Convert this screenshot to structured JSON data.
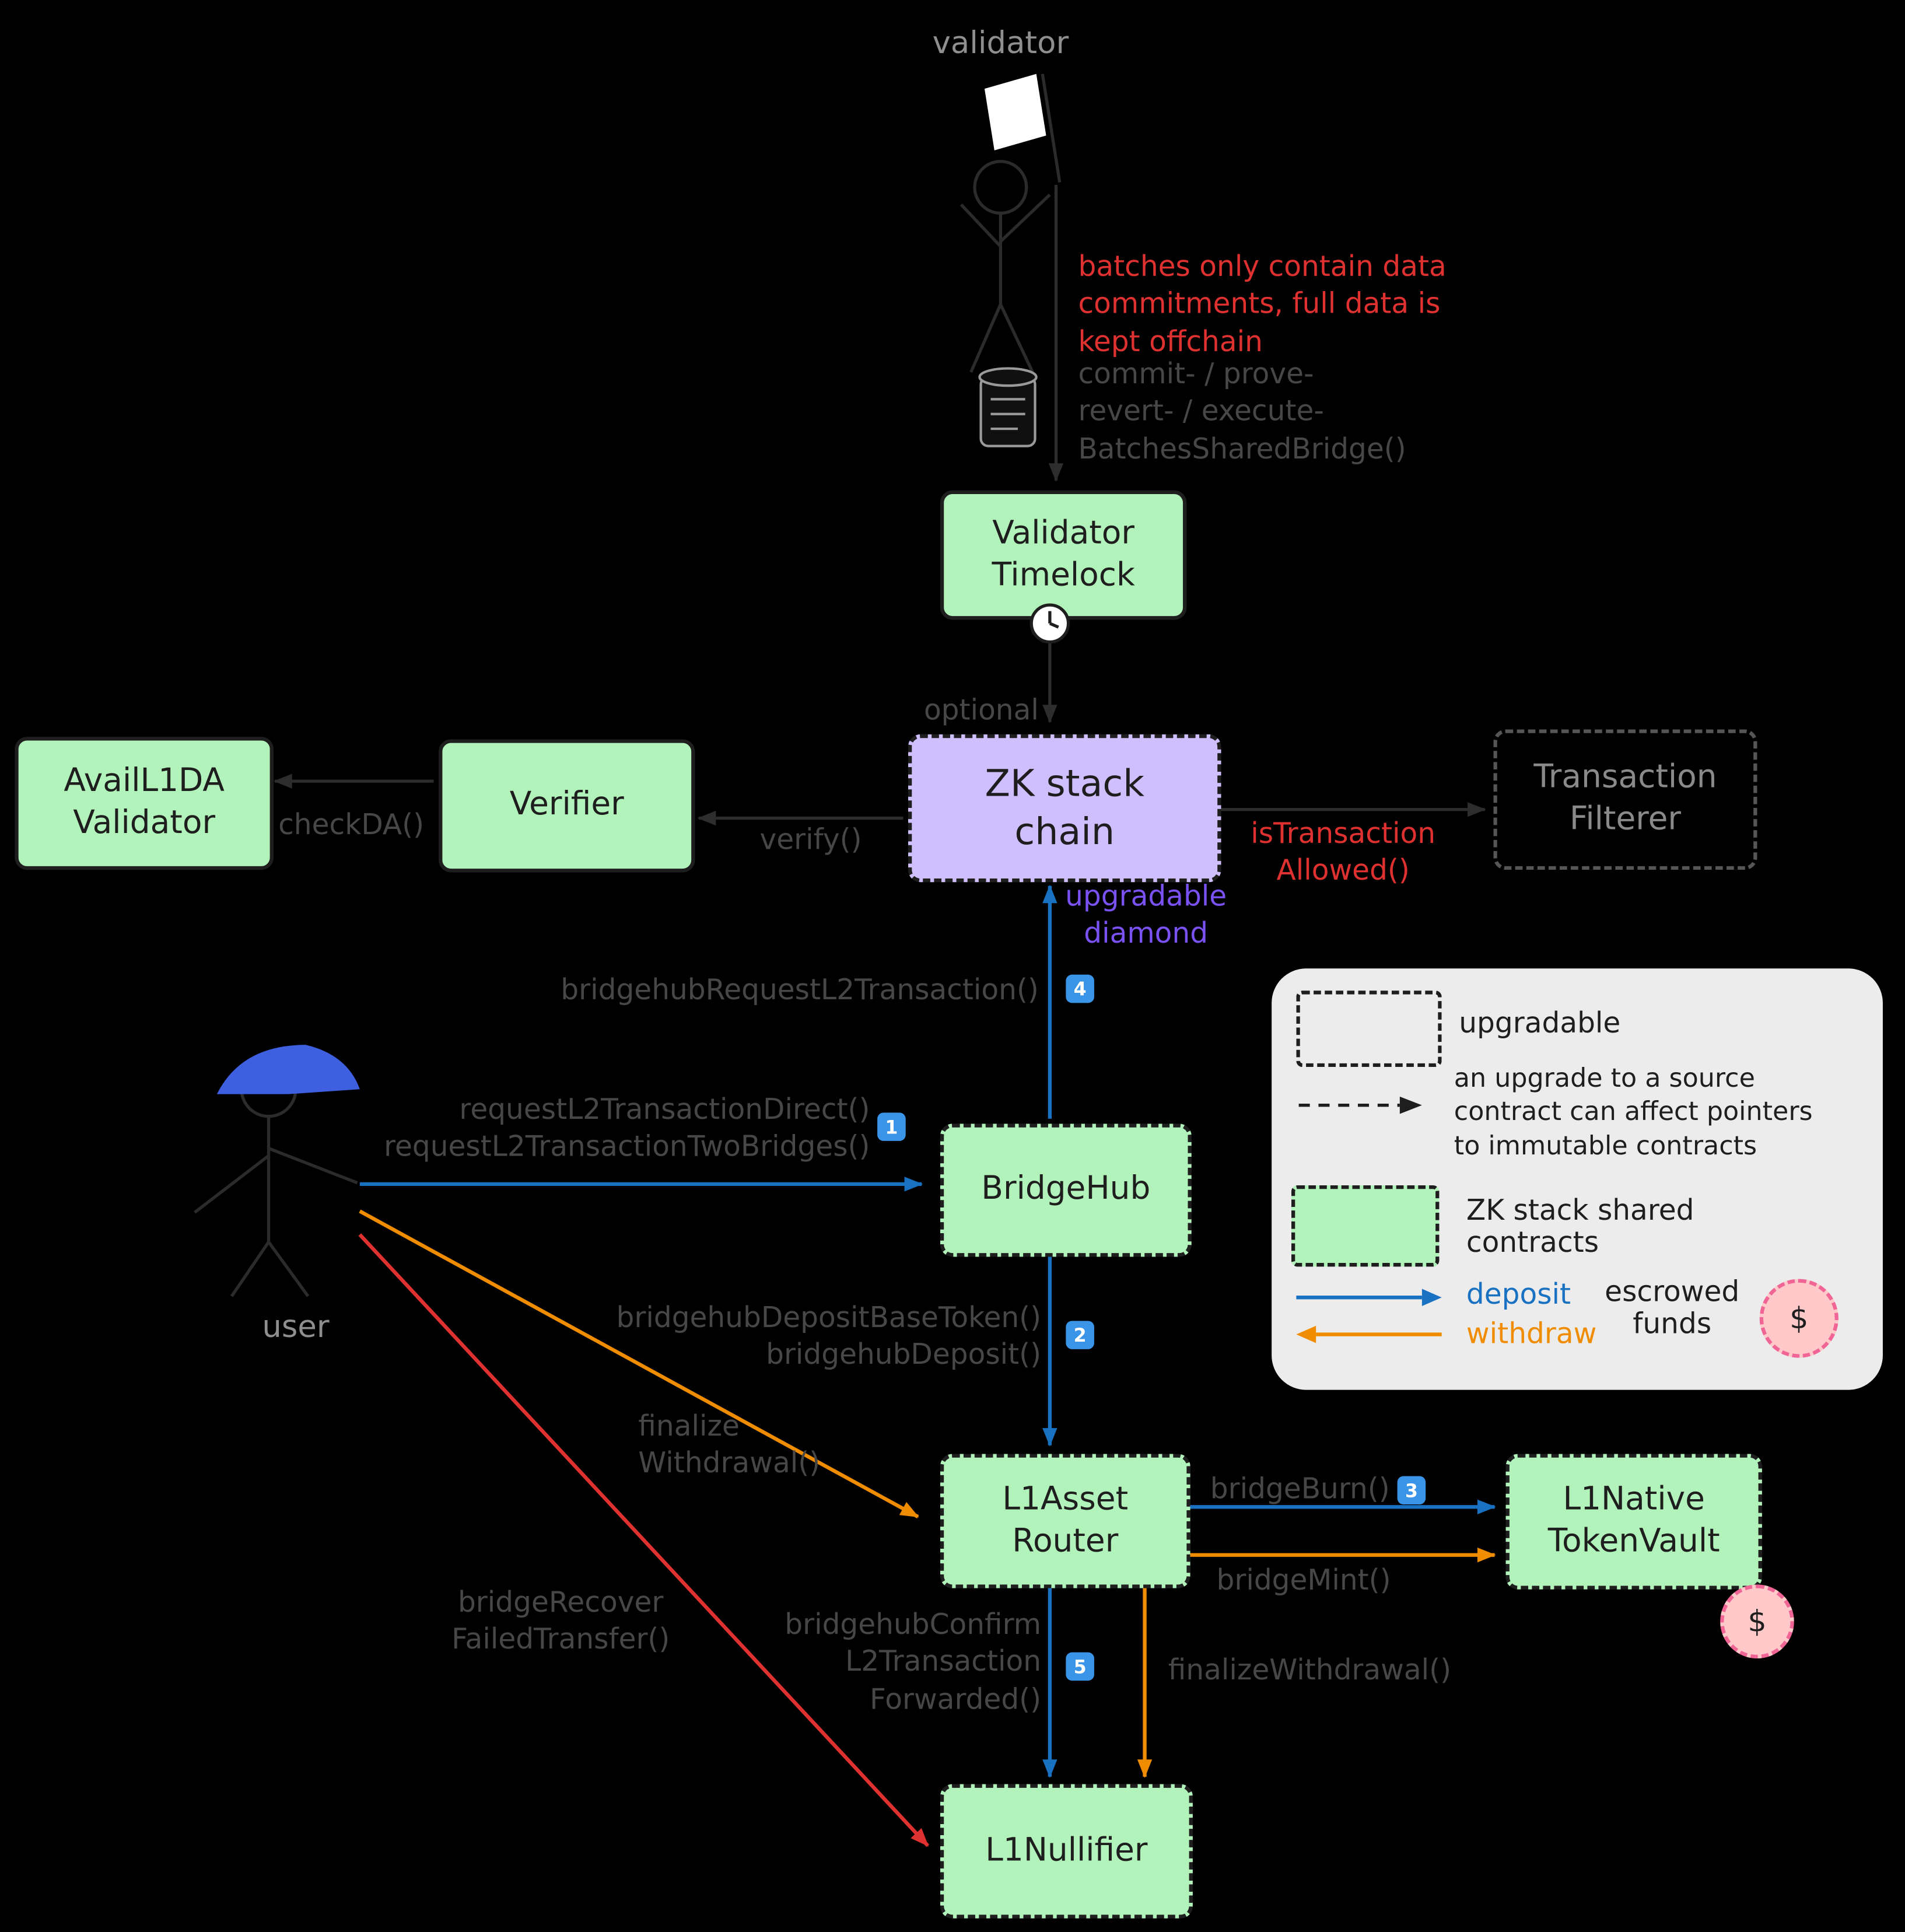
{
  "colors": {
    "green": "#b2f2bb",
    "purple": "#d0bfff",
    "blue": "#1971c2",
    "orange": "#f08c00",
    "red": "#e03131",
    "violet": "#7a52f4",
    "pink": "#ffc9c9",
    "pink-border": "#f06595",
    "badge": "#3a94e8",
    "ink": "#1e1e1e",
    "dim": "#474747",
    "gray-label": "#8f8f8f",
    "ghost-text": "#8a8a8a",
    "ghost-border": "#565656",
    "dark-arrow": "#2d2d2d",
    "legend-bg": "#ececec",
    "cap": "#3e5fe0"
  },
  "actors": {
    "validator": "validator",
    "user": "user"
  },
  "nodes": {
    "validator_timelock": {
      "label": "Validator\nTimelock"
    },
    "zk_stack_chain": {
      "label": "ZK stack\nchain"
    },
    "verifier": {
      "label": "Verifier"
    },
    "avail_l1da_validator": {
      "label": "AvailL1DA\nValidator"
    },
    "transaction_filterer": {
      "label": "Transaction\nFilterer",
      "tag": "optional"
    },
    "bridgehub": {
      "label": "BridgeHub"
    },
    "l1_asset_router": {
      "label": "L1Asset\nRouter"
    },
    "l1_native_token_vault": {
      "label": "L1Native\nTokenVault"
    },
    "l1_nullifier": {
      "label": "L1Nullifier"
    }
  },
  "notes": {
    "batches": "batches only contain data\ncommitments, full data is\nkept offchain",
    "commit_fns": "commit- / prove-\nrevert- / execute-\nBatchesSharedBridge()",
    "upgradable_diamond": "upgradable\ndiamond"
  },
  "edges": {
    "check_da": "checkDA()",
    "verify": "verify()",
    "is_transaction_allowed": "isTransaction\nAllowed()",
    "bridgehub_request_l2_transaction": "bridgehubRequestL2Transaction()",
    "request_l2_transaction_direct": "requestL2TransactionDirect()\nrequestL2TransactionTwoBridges()",
    "bridgehub_deposit": "bridgehubDepositBaseToken()\nbridgehubDeposit()",
    "finalize_withdrawal_user": "finalize\nWithdrawal()",
    "bridge_burn": "bridgeBurn()",
    "bridge_mint": "bridgeMint()",
    "bridge_recover_failed_transfer": "bridgeRecover\nFailedTransfer()",
    "bridgehub_confirm_l2_transaction_forwarded": "bridgehubConfirm\nL2Transaction\nForwarded()",
    "finalize_withdrawal_router": "finalizeWithdrawal()"
  },
  "badges": {
    "b1": "1",
    "b2": "2",
    "b3": "3",
    "b4": "4",
    "b5": "5"
  },
  "legend": {
    "upgradable": "upgradable",
    "upgrade_note": "an upgrade to a source\ncontract can affect pointers\nto immutable contracts",
    "shared_contracts": "ZK stack shared\ncontracts",
    "deposit": "deposit",
    "withdraw": "withdraw",
    "escrowed_funds": "escrowed\nfunds",
    "dollar": "$"
  }
}
